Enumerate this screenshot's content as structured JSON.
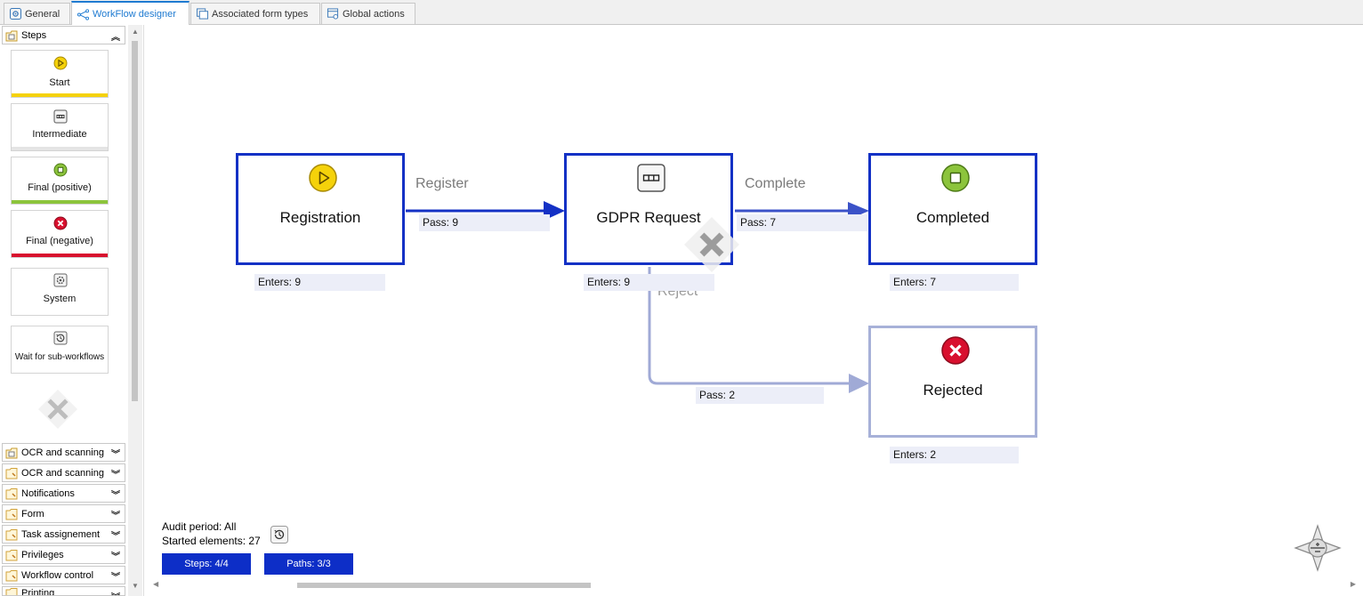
{
  "tabs": [
    {
      "label": "General",
      "icon": "gear-icon"
    },
    {
      "label": "WorkFlow designer",
      "icon": "workflow-icon"
    },
    {
      "label": "Associated form types",
      "icon": "form-types-icon"
    },
    {
      "label": "Global actions",
      "icon": "global-actions-icon"
    }
  ],
  "palette": {
    "steps_header": "Steps",
    "steps": [
      {
        "label": "Start",
        "color": "#f5d20a"
      },
      {
        "label": "Intermediate",
        "color": "#e4e4e4"
      },
      {
        "label": "Final (positive)",
        "color": "#8cc43c"
      },
      {
        "label": "Final (negative)",
        "color": "#d8102e"
      },
      {
        "label": "System",
        "color": ""
      },
      {
        "label": "Wait for sub-workflows",
        "color": ""
      }
    ],
    "groups": [
      {
        "label": "OCR and scanning"
      },
      {
        "label": "OCR and scanning"
      },
      {
        "label": "Notifications"
      },
      {
        "label": "Form"
      },
      {
        "label": "Task assignement"
      },
      {
        "label": "Privileges"
      },
      {
        "label": "Workflow control"
      },
      {
        "label": "Printing"
      }
    ]
  },
  "diagram": {
    "nodes": [
      {
        "label": "Registration",
        "enters": "Enters: 9",
        "type": "start"
      },
      {
        "label": "GDPR Request",
        "enters": "Enters: 9",
        "type": "intermediate"
      },
      {
        "label": "Completed",
        "enters": "Enters: 7",
        "type": "final-positive"
      },
      {
        "label": "Rejected",
        "enters": "Enters: 2",
        "type": "final-negative"
      }
    ],
    "paths": [
      {
        "label": "Register",
        "pass": "Pass: 9"
      },
      {
        "label": "Complete",
        "pass": "Pass: 7"
      },
      {
        "label": "Reject",
        "pass": "Pass: 2"
      }
    ]
  },
  "audit": {
    "period": "Audit period: All",
    "started": "Started elements: 27",
    "steps_button": "Steps: 4/4",
    "paths_button": "Paths: 3/3"
  },
  "colors": {
    "accent": "#1e7ad1",
    "node_border": "#1431c5",
    "node_border_faded": "#a7b1d8",
    "button_blue": "#0d2ec7"
  }
}
